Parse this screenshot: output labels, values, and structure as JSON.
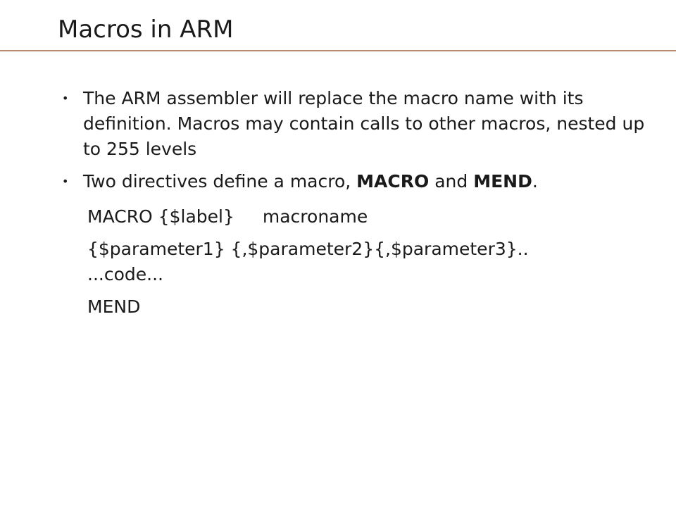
{
  "slide": {
    "title": "Macros in ARM"
  },
  "bullets": [
    {
      "text": "The ARM assembler will replace the macro name with its definition. Macros may contain calls to other macros, nested up to 255 levels"
    },
    {
      "text_before": "Two directives define a macro, ",
      "bold_1": "MACRO",
      "text_mid": " and ",
      "bold_2": "MEND",
      "text_after": "."
    }
  ],
  "syntax": {
    "line1_part1": "MACRO {$label}",
    "line1_part2": "macroname",
    "line2": "{$parameter1} {,$parameter2}{,$parameter3}..",
    "line3": "...code...",
    "line4": "MEND"
  },
  "colors": {
    "title_rule": "#b98a6c"
  }
}
